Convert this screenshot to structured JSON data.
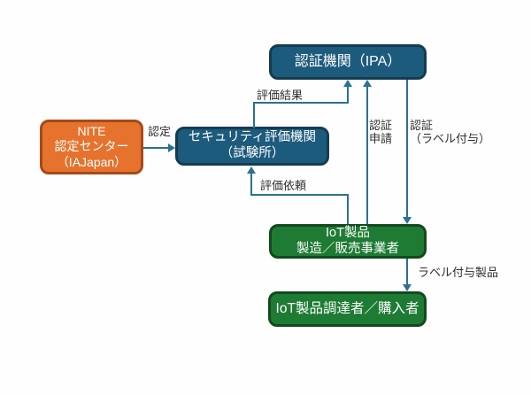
{
  "diagram": {
    "nodes": {
      "ipa": {
        "label": "認証機関（IPA）",
        "fill": "#1d5b7c"
      },
      "nite": {
        "lines": [
          "NITE",
          "認定センター",
          "（IAJapan）"
        ],
        "fill": "#e5732e"
      },
      "eval": {
        "lines": [
          "セキュリティ評価機関",
          "（試験所）"
        ],
        "fill": "#1d5b7c"
      },
      "maker": {
        "lines": [
          "IoT製品",
          "製造／販売事業者"
        ],
        "fill": "#1e7b33"
      },
      "buyer": {
        "label": "IoT製品調達者／購入者",
        "fill": "#1e7b33"
      }
    },
    "edges": {
      "nintei": {
        "label": "認定",
        "from": "NITE認定センター（IAJapan）",
        "to": "セキュリティ評価機関（試験所）"
      },
      "hyouka_kekka": {
        "label": "評価結果",
        "from": "セキュリティ評価機関（試験所）",
        "to": "認証機関（IPA）"
      },
      "hyouka_irai": {
        "label": "評価依頼",
        "from": "IoT製品 製造／販売事業者",
        "to": "セキュリティ評価機関（試験所）"
      },
      "ninshou_shinsei": {
        "lines": [
          "認証",
          "申請"
        ],
        "from": "IoT製品 製造／販売事業者",
        "to": "認証機関（IPA）"
      },
      "ninshou_fuyo": {
        "lines": [
          "認証",
          "（ラベル付与）"
        ],
        "from": "認証機関（IPA）",
        "to": "IoT製品 製造／販売事業者"
      },
      "label_product": {
        "label": "ラベル付与製品",
        "from": "IoT製品 製造／販売事業者",
        "to": "IoT製品調達者／購入者"
      }
    },
    "colors": {
      "node_text": "#ffffff",
      "label_text": "#2e2e2e",
      "arrow": "#2b7191",
      "blue_fill": "#1d5b7c",
      "blue_border": "#143c50",
      "green_fill": "#1e7b33",
      "green_border": "#124a1e",
      "orange_fill": "#e5732e",
      "orange_border": "#a84819",
      "background": "#fefefe"
    }
  }
}
